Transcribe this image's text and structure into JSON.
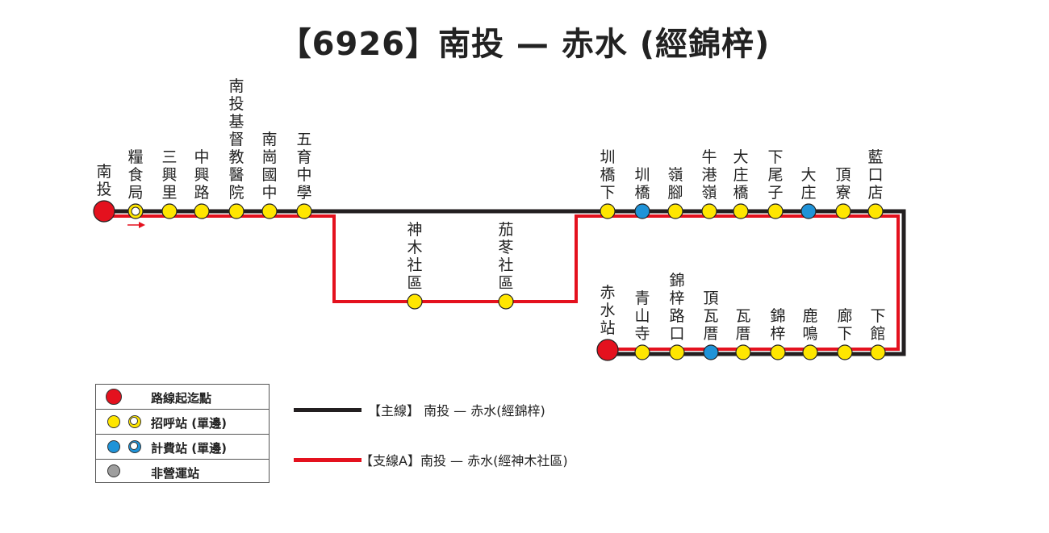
{
  "title": "【6926】南投 — 赤水 (經錦梓)",
  "colors": {
    "main_line": "#231f20",
    "branch_line": "#e4111e",
    "terminal": "#e4111e",
    "flag_stop": "#ffe600",
    "fare_stop": "#1f93d8",
    "inactive": "#9e9e9e"
  },
  "stations": {
    "nantou": "南投",
    "liangshiju": "糧食局",
    "sanxingli": "三興里",
    "zhongxinglu": "中興路",
    "jidu_hospital": "南投基督教醫院",
    "nangang_jhs": "南崗國中",
    "wuyu_jhs": "五育中學",
    "shenmu": "神木社區",
    "qiedong": "茄苳社區",
    "zhenqiaoxia": "圳橋下",
    "zhenqiao": "圳橋",
    "lingjiao": "嶺腳",
    "niuganling": "牛港嶺",
    "dazhuangqiao": "大庄橋",
    "xiaweizi": "下尾子",
    "dazhuang": "大庄",
    "dingliao": "頂寮",
    "landiankou": "藍口店",
    "xiaguan": "下館",
    "langxia": "廊下",
    "luming": "鹿鳴",
    "jinzi": "錦梓",
    "wacuo": "瓦厝",
    "dingwacuo": "頂瓦厝",
    "jinzilukou": "錦梓路口",
    "qingshansi": "青山寺",
    "chishui": "赤水站"
  },
  "legend": {
    "terminal": "路線起迄點",
    "flag_stop": "招呼站 (單邊)",
    "fare_stop": "計費站 (單邊)",
    "inactive": "非營運站"
  },
  "lines": {
    "main": "【主線】 南投 — 赤水(經錦梓)",
    "branch": "【支線A】南投 — 赤水(經神木社區)"
  }
}
